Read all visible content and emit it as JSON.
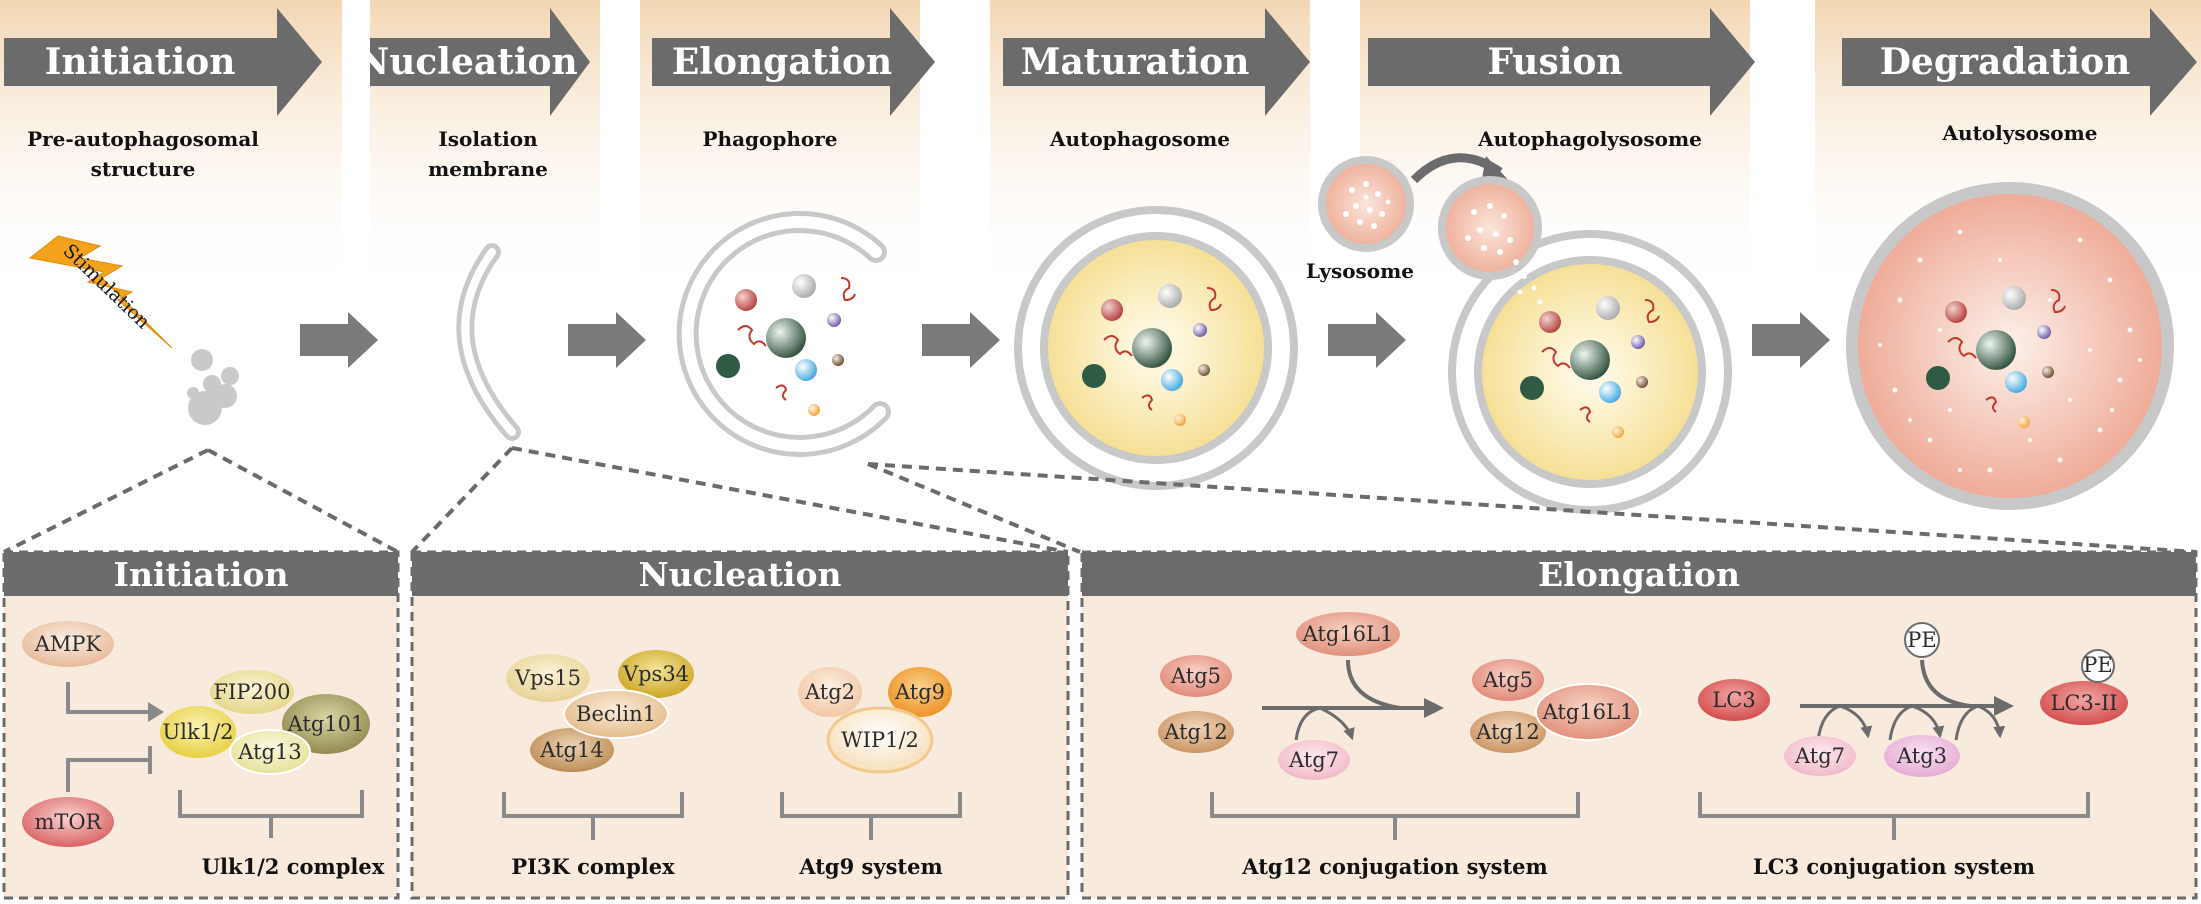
{
  "stages": [
    {
      "title": "Initiation",
      "subtitle": [
        "Pre-autophagosomal",
        "structure"
      ]
    },
    {
      "title": "Nucleation",
      "subtitle": [
        "Isolation",
        "membrane"
      ]
    },
    {
      "title": "Elongation",
      "subtitle": [
        "Phagophore"
      ]
    },
    {
      "title": "Maturation",
      "subtitle": [
        "Autophagosome"
      ]
    },
    {
      "title": "Fusion",
      "subtitle": [
        "Autophagolysosome"
      ]
    },
    {
      "title": "Degradation",
      "subtitle": [
        "Autolysosome"
      ]
    }
  ],
  "labels": {
    "stimulation": "Stimulation",
    "lysosome": "Lysosome"
  },
  "panels": {
    "initiation": {
      "title": "Initiation",
      "proteins": {
        "ampk": "AMPK",
        "mtor": "mTOR",
        "fip200": "FIP200",
        "ulk": "Ulk1/2",
        "atg13": "Atg13",
        "atg101": "Atg101"
      },
      "caption": "Ulk1/2 complex"
    },
    "nucleation": {
      "title": "Nucleation",
      "proteins": {
        "vps15": "Vps15",
        "vps34": "Vps34",
        "beclin1": "Beclin1",
        "atg14": "Atg14",
        "atg2": "Atg2",
        "atg9": "Atg9",
        "wip": "WIP1/2"
      },
      "captions": {
        "pi3k": "PI3K complex",
        "atg9sys": "Atg9 system"
      }
    },
    "elongation": {
      "title": "Elongation",
      "proteins": {
        "atg5": "Atg5",
        "atg12": "Atg12",
        "atg16l1": "Atg16L1",
        "atg7": "Atg7",
        "lc3": "LC3",
        "atg3": "Atg3",
        "pe": "PE",
        "lc3ii": "LC3-II"
      },
      "captions": {
        "atg12sys": "Atg12 conjugation system",
        "lc3sys": "LC3 conjugation system"
      }
    }
  },
  "colors": {
    "arrow": "#6b6b6b",
    "membrane": "#c8c8c8",
    "panel_bg": "#f8ebde",
    "cytoplasm": "#f8e7a8",
    "autolysosome": "#f2b3a3"
  }
}
